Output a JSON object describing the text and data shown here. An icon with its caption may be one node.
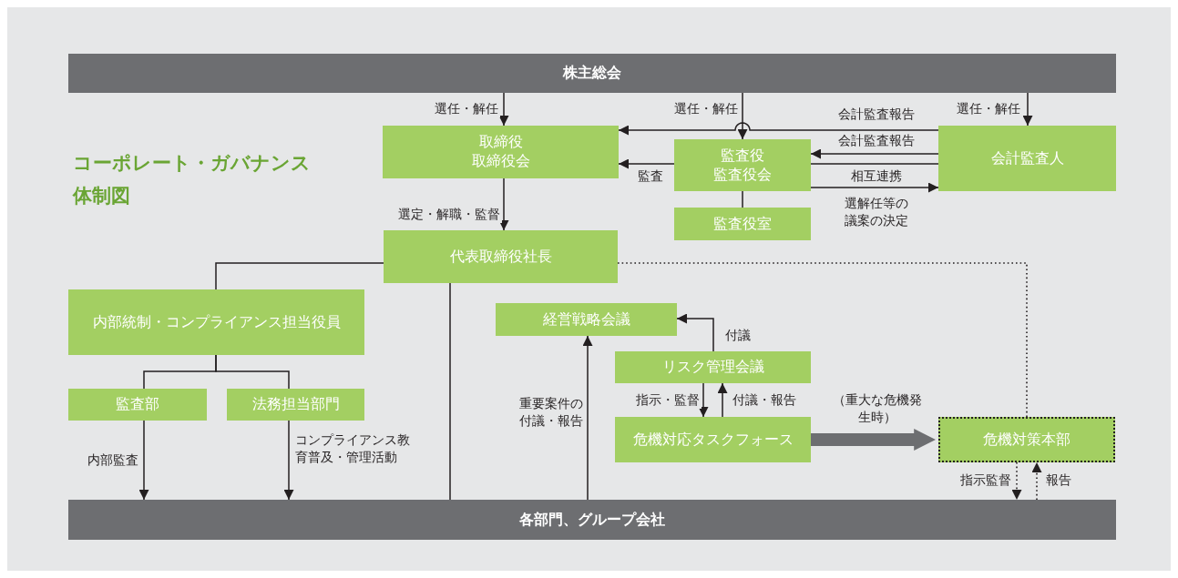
{
  "diagram": {
    "title": "コーポレート・ガバナンス体制図",
    "nodes": [
      {
        "text": [
          "株主総会"
        ]
      },
      {
        "text": [
          "取締役",
          "取締役会"
        ]
      },
      {
        "text": [
          "監査役",
          "監査役会"
        ]
      },
      {
        "text": [
          "会計監査人"
        ]
      },
      {
        "text": [
          "監査役室"
        ]
      },
      {
        "text": [
          "代表取締役社長"
        ]
      },
      {
        "text": [
          "内部統制・コンプライアンス担当役員"
        ]
      },
      {
        "text": [
          "経営戦略会議"
        ]
      },
      {
        "text": [
          "リスク管理会議"
        ]
      },
      {
        "text": [
          "監査部"
        ]
      },
      {
        "text": [
          "法務担当部門"
        ]
      },
      {
        "text": [
          "危機対応タスクフォース"
        ]
      },
      {
        "text": [
          "危機対策本部"
        ]
      },
      {
        "text": [
          "各部門、グループ会社"
        ]
      }
    ],
    "edges": [
      {
        "from": 0,
        "to": 1,
        "arrow": "to",
        "label": "選任・解任"
      },
      {
        "from": 0,
        "to": 2,
        "arrow": "to",
        "label": "選任・解任"
      },
      {
        "from": 3,
        "to": 1,
        "arrow": "to",
        "label": "会計監査報告"
      },
      {
        "from": 0,
        "to": 3,
        "arrow": "to",
        "label": "選任・解任"
      },
      {
        "from": 3,
        "to": 2,
        "arrow": "to",
        "label": "会計監査報告"
      },
      {
        "from": 2,
        "to": 1,
        "arrow": "to",
        "label": "監査"
      },
      {
        "from": 2,
        "to": 3,
        "arrow": "none",
        "label": "相互連携"
      },
      {
        "from": 2,
        "to": 3,
        "arrow": "to",
        "label": "選解任等の議案の決定"
      },
      {
        "from": 2,
        "to": 4,
        "arrow": "none"
      },
      {
        "from": 1,
        "to": 5,
        "arrow": "to",
        "label": "選定・解職・監督"
      },
      {
        "from": 5,
        "to": 6,
        "arrow": "none"
      },
      {
        "from": 5,
        "to": 13,
        "arrow": "none"
      },
      {
        "from": 13,
        "to": 7,
        "arrow": "to",
        "label": "重要案件の付議・報告"
      },
      {
        "from": 8,
        "to": 7,
        "arrow": "to",
        "label": "付議"
      },
      {
        "from": 8,
        "to": 11,
        "arrow": "to",
        "label": "指示・監督"
      },
      {
        "from": 11,
        "to": 8,
        "arrow": "to",
        "label": "付議・報告"
      },
      {
        "from": 11,
        "to": 12,
        "arrow": "to",
        "label": "（重大な危機発生時）",
        "style": "thick",
        "color": "#6d6e71"
      },
      {
        "from": 5,
        "to": 12,
        "arrow": "none",
        "style": "dashed"
      },
      {
        "from": 6,
        "to": 9,
        "arrow": "none"
      },
      {
        "from": 6,
        "to": 10,
        "arrow": "none"
      },
      {
        "from": 9,
        "to": 13,
        "arrow": "to",
        "label": "内部監査"
      },
      {
        "from": 10,
        "to": 13,
        "arrow": "to",
        "label": "コンプライアンス教育普及・管理活動"
      },
      {
        "from": 12,
        "to": 13,
        "arrow": "to",
        "label": "指示監督",
        "style": "dashed"
      },
      {
        "from": 13,
        "to": 12,
        "arrow": "to",
        "label": "報告",
        "style": "dashed"
      }
    ]
  }
}
